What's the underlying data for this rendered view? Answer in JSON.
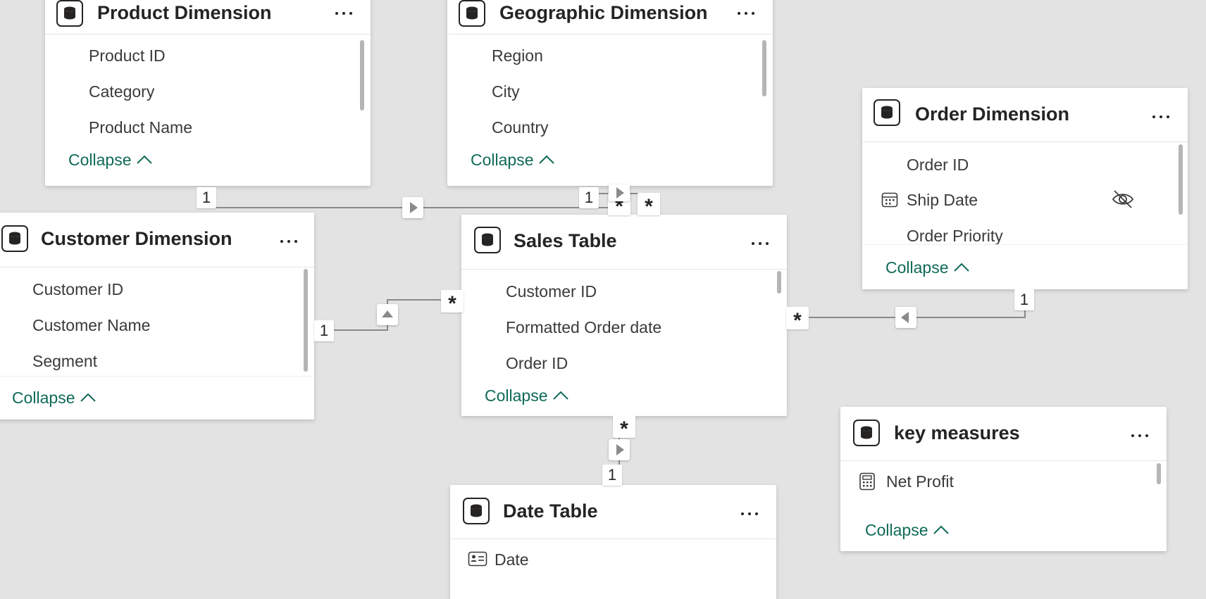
{
  "tables": {
    "product": {
      "title": "Product Dimension",
      "fields": [
        "Product ID",
        "Category",
        "Product Name"
      ],
      "collapse": "Collapse"
    },
    "geographic": {
      "title": "Geographic Dimension",
      "fields": [
        "Region",
        "City",
        "Country"
      ],
      "collapse": "Collapse"
    },
    "order": {
      "title": "Order Dimension",
      "fields": [
        "Order ID",
        "Ship Date",
        "Order Priority"
      ],
      "collapse": "Collapse"
    },
    "customer": {
      "title": "Customer Dimension",
      "fields": [
        "Customer ID",
        "Customer Name",
        "Segment"
      ],
      "collapse": "Collapse"
    },
    "sales": {
      "title": "Sales Table",
      "fields": [
        "Customer ID",
        "Formatted Order date",
        "Order ID"
      ],
      "collapse": "Collapse"
    },
    "date": {
      "title": "Date Table",
      "fields": [
        "Date"
      ]
    },
    "measures": {
      "title": "key measures",
      "fields": [
        "Net Profit"
      ],
      "collapse": "Collapse"
    }
  },
  "relationships": {
    "one": "1",
    "many": "*"
  },
  "icons": {
    "table": "table-database-icon",
    "more": "more-options-icon",
    "collapse": "chevron-up-icon",
    "date_field": "calendar-icon",
    "hidden": "eye-hidden-icon",
    "measure": "calculator-icon",
    "date_table_field": "id-card-icon",
    "filter_direction": "triangle-arrow-icon"
  },
  "colors": {
    "canvas": "#e3e3e3",
    "card": "#ffffff",
    "link": "#0f6a57",
    "text": "#252423",
    "line": "#8a8a8a"
  }
}
